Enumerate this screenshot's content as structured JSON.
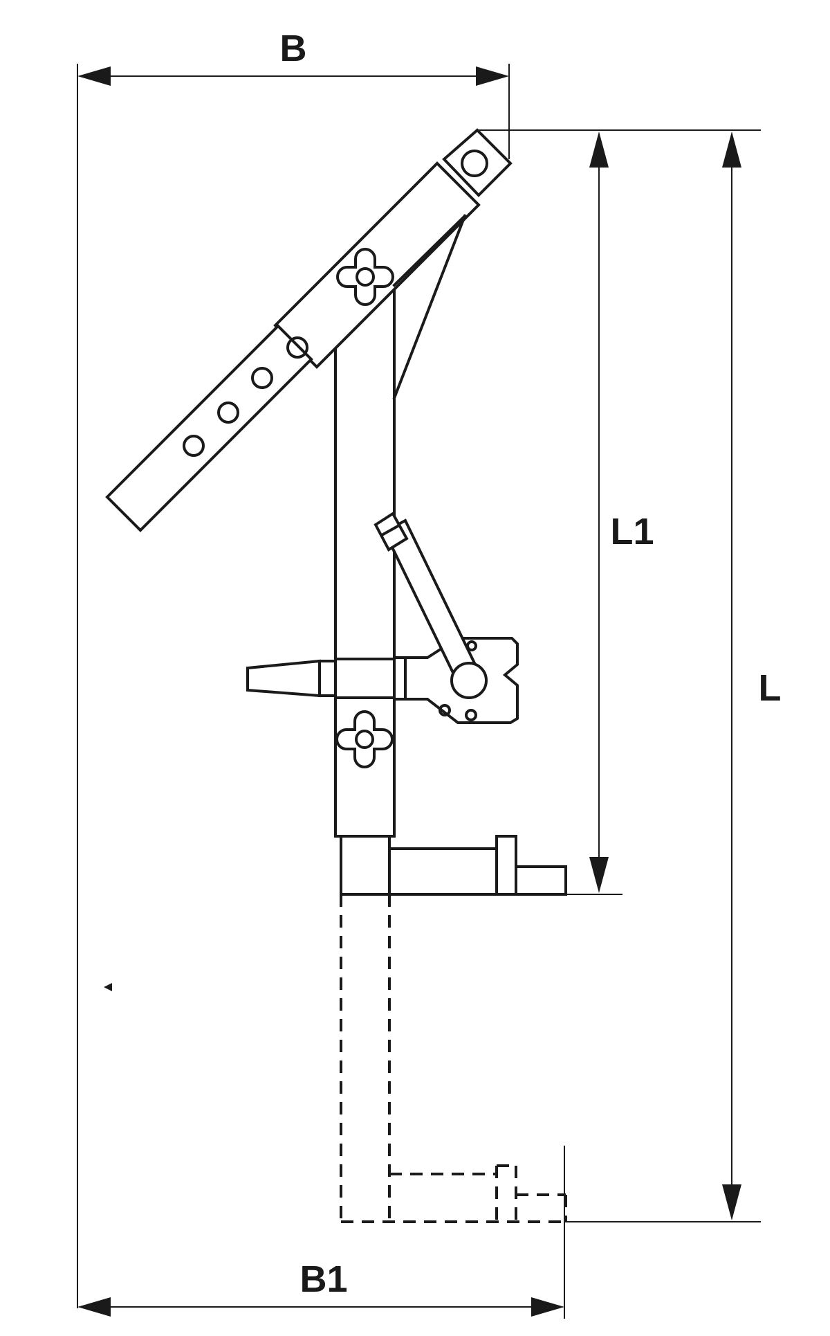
{
  "dimension_labels": {
    "B": "B",
    "B1": "B1",
    "L": "L",
    "L1": "L1"
  },
  "colors": {
    "line": "#1a1a1a",
    "background": "#ffffff"
  }
}
